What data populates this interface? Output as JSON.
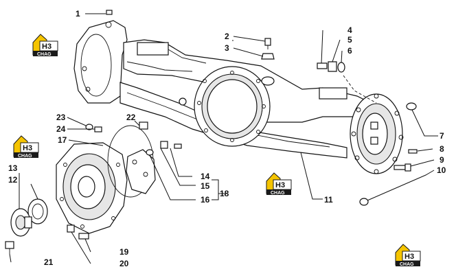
{
  "logo": {
    "top_text": "H3",
    "bottom_text": "CHAG"
  },
  "callouts": [
    "1",
    "2",
    "3",
    "4",
    "5",
    "6",
    "7",
    "8",
    "9",
    "10",
    "11",
    "12",
    "13",
    "14",
    "15",
    "16",
    "17",
    "18",
    "19",
    "20",
    "21",
    "22",
    "23",
    "24"
  ],
  "colors": {
    "line": "#111111",
    "logo_yellow": "#f5c400",
    "logo_dark": "#1a1a1a"
  }
}
